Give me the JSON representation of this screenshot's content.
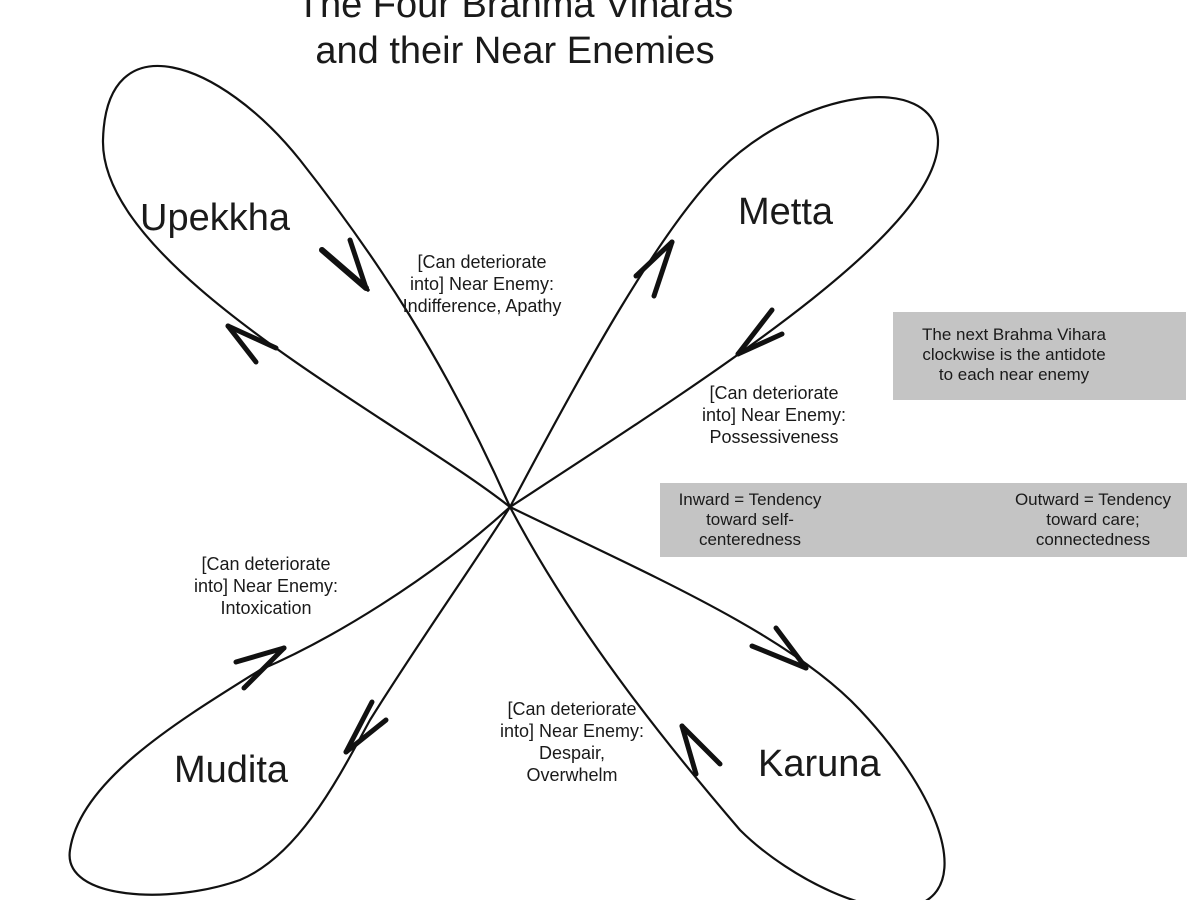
{
  "title": {
    "line1": "The Four Brahma Viharas",
    "line2": "and their Near Enemies"
  },
  "viharas": {
    "upekkha": "Upekkha",
    "metta": "Metta",
    "mudita": "Mudita",
    "karuna": "Karuna"
  },
  "near_enemies": {
    "upekkha": {
      "line1": "[Can deteriorate",
      "line2": "into] Near Enemy:",
      "line3": "Indifference, Apathy"
    },
    "metta": {
      "line1": "[Can deteriorate",
      "line2": "into] Near Enemy:",
      "line3": "Possessiveness"
    },
    "mudita": {
      "line1": "[Can deteriorate",
      "line2": "into] Near Enemy:",
      "line3": "Intoxication"
    },
    "karuna": {
      "line1": "[Can deteriorate",
      "line2": "into] Near Enemy:",
      "line3": "Despair,",
      "line4": "Overwhelm"
    }
  },
  "legend": {
    "clockwise": {
      "line1": "The next Brahma Vihara",
      "line2": "clockwise is the antidote",
      "line3": "to each near enemy"
    },
    "inward": {
      "line1": "Inward = Tendency",
      "line2": "toward self-",
      "line3": "centeredness"
    },
    "outward": {
      "line1": "Outward = Tendency",
      "line2": "toward care;",
      "line3": "connectedness"
    }
  },
  "colors": {
    "line": "#111111",
    "legend_background": "#c4c4c4",
    "background": "#ffffff"
  }
}
